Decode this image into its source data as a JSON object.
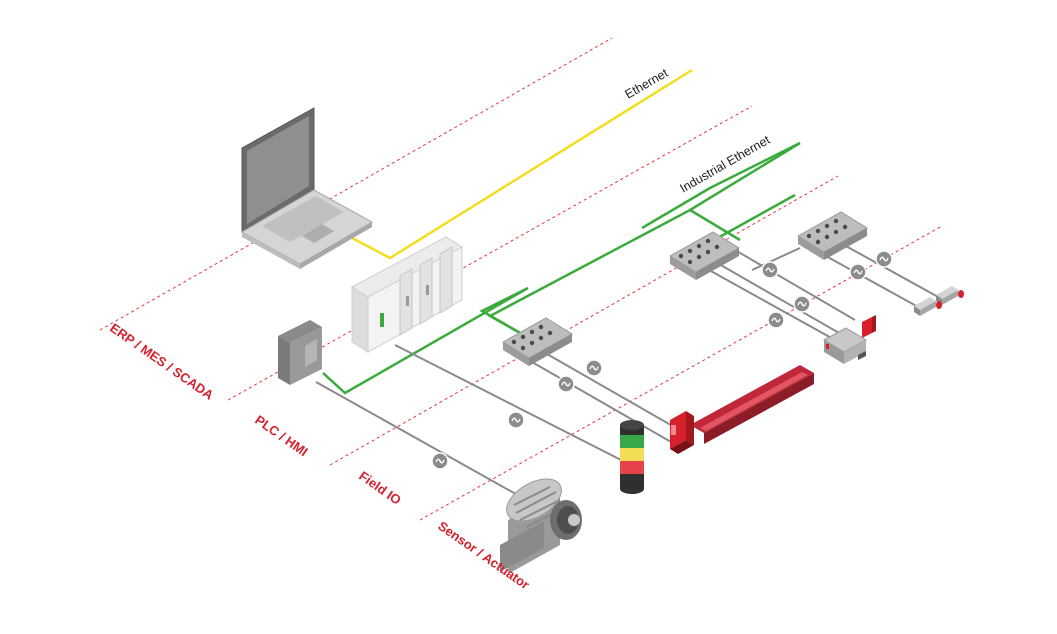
{
  "networks": {
    "ethernet": {
      "label": "Ethernet",
      "color": "#f2dd1e"
    },
    "industrial_ethernet": {
      "label": "Industrial Ethernet",
      "color": "#3aab3c"
    }
  },
  "levels": [
    {
      "label": "ERP / MES / SCADA"
    },
    {
      "label": "PLC / HMI"
    },
    {
      "label": "Field IO"
    },
    {
      "label": "Sensor / Actuator"
    }
  ],
  "colors": {
    "level_label": "#d6202c",
    "level_divider": "#e03a3e",
    "cable": "#8a8a8a",
    "device_red": "#d6202c",
    "device_gray": "#c9c9c9"
  },
  "devices": [
    {
      "name": "laptop-icon"
    },
    {
      "name": "plc-icon"
    },
    {
      "name": "hmi-panel-icon"
    },
    {
      "name": "field-io-block-icon"
    },
    {
      "name": "signal-tower-icon"
    },
    {
      "name": "motor-icon"
    },
    {
      "name": "light-curtain-icon"
    },
    {
      "name": "photoelectric-sensor-icon"
    },
    {
      "name": "inductive-sensor-icon"
    }
  ]
}
